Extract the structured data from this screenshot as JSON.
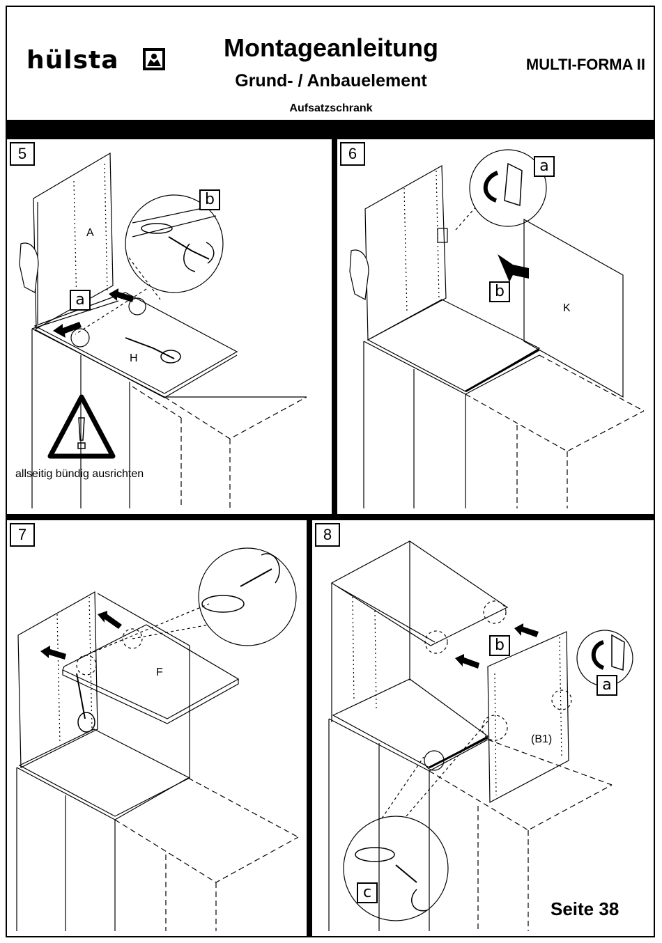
{
  "header": {
    "brand": "hülsta",
    "title": "Montageanleitung",
    "subtitle": "Grund- / Anbauelement",
    "subsubtitle": "Aufsatzschrank",
    "model": "MULTI-FORMA II"
  },
  "steps": [
    {
      "number": "5",
      "callouts": [
        "a",
        "b"
      ],
      "part_labels": [
        "A",
        "H"
      ],
      "warning": "allseitig bündig ausrichten"
    },
    {
      "number": "6",
      "callouts": [
        "a",
        "b"
      ],
      "part_labels": [
        "K"
      ]
    },
    {
      "number": "7",
      "callouts": [],
      "part_labels": [
        "F"
      ]
    },
    {
      "number": "8",
      "callouts": [
        "a",
        "b",
        "c"
      ],
      "part_labels": [
        "(B1)"
      ]
    }
  ],
  "footer": {
    "page": "Seite 38"
  },
  "icons": [
    "hand-icon",
    "screwdriver-icon",
    "rotate-arrow-icon",
    "push-arrow-icon",
    "warning-triangle-icon",
    "magnifier-circle-icon",
    "clip-icon"
  ]
}
